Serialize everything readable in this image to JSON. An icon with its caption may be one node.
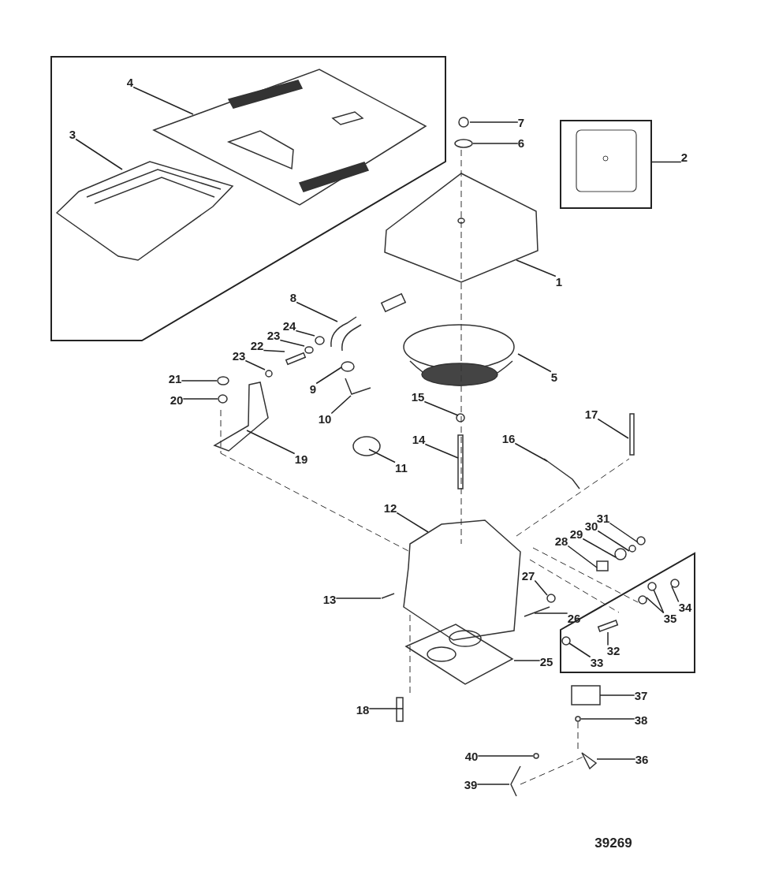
{
  "diagram": {
    "nodes": [
      {
        "text": [],
        "shape": "box"
      },
      {
        "text": [
          "4"
        ],
        "in": 0
      },
      {
        "text": [
          "3"
        ],
        "in": 0
      },
      {
        "text": [
          "7"
        ]
      },
      {
        "text": [
          "6"
        ]
      },
      {
        "text": [],
        "shape": "box"
      },
      {
        "text": [
          "2"
        ]
      },
      {
        "text": [
          "1"
        ]
      },
      {
        "text": [
          "8"
        ]
      },
      {
        "text": [
          "24"
        ]
      },
      {
        "text": [
          "23"
        ]
      },
      {
        "text": [
          "22"
        ]
      },
      {
        "text": [
          "23"
        ]
      },
      {
        "text": [
          "21"
        ]
      },
      {
        "text": [
          "9"
        ]
      },
      {
        "text": [
          "5"
        ]
      },
      {
        "text": [
          "20"
        ]
      },
      {
        "text": [
          "15"
        ]
      },
      {
        "text": [
          "10"
        ]
      },
      {
        "text": [
          "17"
        ]
      },
      {
        "text": [
          "16"
        ]
      },
      {
        "text": [
          "14"
        ]
      },
      {
        "text": [
          "19"
        ]
      },
      {
        "text": [
          "11"
        ]
      },
      {
        "text": [
          "12"
        ]
      },
      {
        "text": [
          "31"
        ]
      },
      {
        "text": [
          "30"
        ]
      },
      {
        "text": [
          "29"
        ]
      },
      {
        "text": [
          "28"
        ]
      },
      {
        "text": [
          "27"
        ]
      },
      {
        "text": [],
        "shape": "box"
      },
      {
        "text": [
          "35"
        ],
        "in": 30
      },
      {
        "text": [
          "34"
        ],
        "in": 30
      },
      {
        "text": [
          "13"
        ]
      },
      {
        "text": [
          "26"
        ]
      },
      {
        "text": [
          "32"
        ],
        "in": 30
      },
      {
        "text": [
          "33"
        ],
        "in": 30
      },
      {
        "text": [
          "25"
        ]
      },
      {
        "text": [
          "37"
        ]
      },
      {
        "text": [
          "38"
        ]
      },
      {
        "text": [
          "18"
        ]
      },
      {
        "text": [
          "40"
        ]
      },
      {
        "text": [
          "36"
        ]
      },
      {
        "text": [
          "39"
        ]
      },
      {
        "text": [],
        "shape": "circle"
      },
      {
        "text": [],
        "shape": "bar"
      },
      {
        "text": [],
        "shape": "circle"
      },
      {
        "text": [],
        "shape": "bar",
        "in": 30
      },
      {
        "text": [],
        "shape": "circle"
      },
      {
        "text": [],
        "shape": "circle"
      },
      {
        "text": [],
        "shape": "circle"
      },
      {
        "text": [],
        "shape": "circle"
      }
    ],
    "edges": [
      {
        "from": 1,
        "to": null,
        "arrow": "none"
      },
      {
        "from": 2,
        "to": null,
        "arrow": "none"
      },
      {
        "from": 3,
        "to": null,
        "arrow": "none"
      },
      {
        "from": 4,
        "to": 44,
        "arrow": "none"
      },
      {
        "from": 6,
        "to": 5,
        "arrow": "none"
      },
      {
        "from": 7,
        "to": null,
        "arrow": "none"
      },
      {
        "from": 8,
        "to": null,
        "arrow": "none"
      },
      {
        "from": 9,
        "to": 50,
        "arrow": "none"
      },
      {
        "from": 10,
        "to": 48,
        "arrow": "none"
      },
      {
        "from": 11,
        "to": 45,
        "arrow": "none"
      },
      {
        "from": 12,
        "to": 51,
        "arrow": "none"
      },
      {
        "from": 13,
        "to": 46,
        "arrow": "none"
      },
      {
        "from": 14,
        "to": null,
        "arrow": "none"
      },
      {
        "from": 15,
        "to": null,
        "arrow": "none"
      },
      {
        "from": 16,
        "to": 49,
        "arrow": "none"
      },
      {
        "from": 17,
        "to": null,
        "arrow": "none"
      },
      {
        "from": 18,
        "to": null,
        "arrow": "none"
      },
      {
        "from": 19,
        "to": null,
        "arrow": "none"
      },
      {
        "from": 20,
        "to": null,
        "arrow": "none"
      },
      {
        "from": 21,
        "to": null,
        "arrow": "none"
      },
      {
        "from": 22,
        "to": null,
        "arrow": "none"
      },
      {
        "from": 23,
        "to": null,
        "arrow": "none"
      },
      {
        "from": 24,
        "to": null,
        "arrow": "none"
      },
      {
        "from": 25,
        "to": null,
        "arrow": "none"
      },
      {
        "from": 26,
        "to": null,
        "arrow": "none"
      },
      {
        "from": 27,
        "to": null,
        "arrow": "none"
      },
      {
        "from": 28,
        "to": null,
        "arrow": "none"
      },
      {
        "from": 29,
        "to": null,
        "arrow": "none"
      },
      {
        "from": 31,
        "to": null,
        "arrow": "none"
      },
      {
        "from": 31,
        "to": null,
        "arrow": "none"
      },
      {
        "from": 32,
        "to": null,
        "arrow": "none"
      },
      {
        "from": 33,
        "to": null,
        "arrow": "none"
      },
      {
        "from": 34,
        "to": null,
        "arrow": "none"
      },
      {
        "from": 35,
        "to": 47,
        "arrow": "none"
      },
      {
        "from": 36,
        "to": null,
        "arrow": "none"
      },
      {
        "from": 37,
        "to": null,
        "arrow": "none"
      },
      {
        "from": 38,
        "to": null,
        "arrow": "none"
      },
      {
        "from": 39,
        "to": null,
        "arrow": "none"
      },
      {
        "from": 40,
        "to": null,
        "arrow": "none"
      },
      {
        "from": 41,
        "to": null,
        "arrow": "none"
      },
      {
        "from": 42,
        "to": null,
        "arrow": "none"
      },
      {
        "from": 43,
        "to": null,
        "arrow": "none"
      }
    ],
    "labels": [
      "39269"
    ]
  }
}
